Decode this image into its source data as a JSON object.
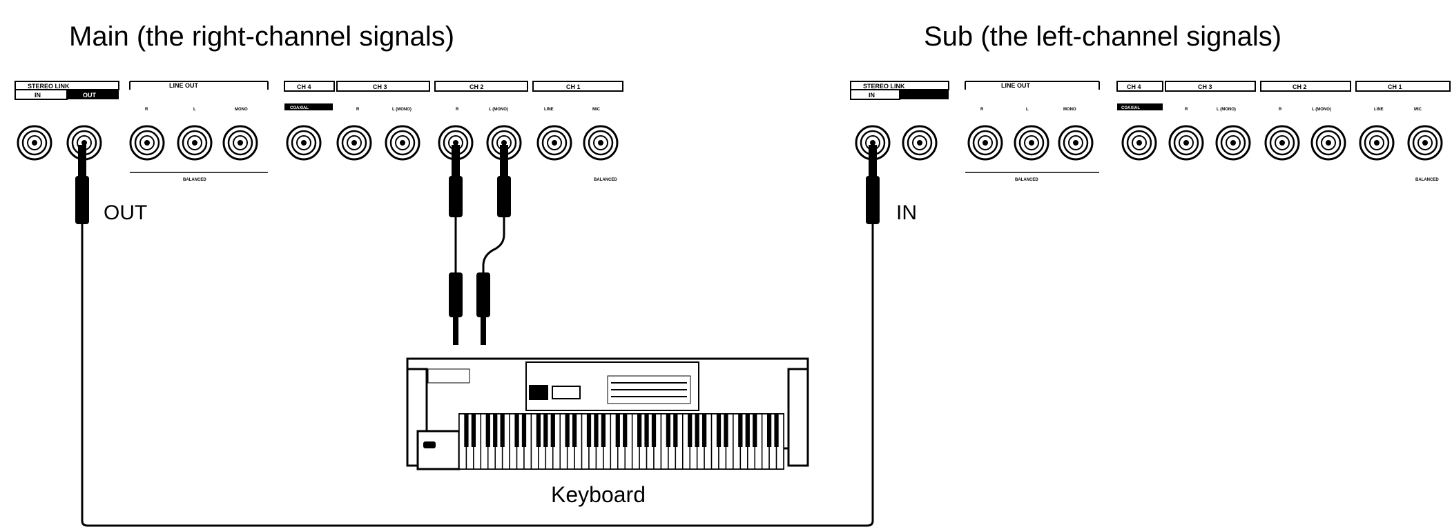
{
  "main": {
    "title": "Main (the right-channel signals)",
    "out_label": "OUT",
    "panel": {
      "stereo_link": "STEREO LINK",
      "stereo_link_in": "IN",
      "stereo_link_out": "OUT",
      "line_out": "LINE OUT",
      "line_out_jacks": [
        "R",
        "L",
        "MONO"
      ],
      "balanced": "BALANCED",
      "channels": [
        "CH 4",
        "CH 3",
        "CH 2",
        "CH 1"
      ],
      "ch4_jack": "COAXIAL",
      "ch3_jacks": [
        "R",
        "L (MONO)"
      ],
      "ch2_jacks": [
        "R",
        "L (MONO)"
      ],
      "ch1_jacks": [
        "LINE",
        "MIC"
      ]
    }
  },
  "sub": {
    "title": "Sub (the left-channel signals)",
    "in_label": "IN",
    "panel": {
      "stereo_link": "STEREO LINK",
      "stereo_link_in": "IN",
      "line_out": "LINE OUT",
      "line_out_jacks": [
        "R",
        "L",
        "MONO"
      ],
      "balanced": "BALANCED",
      "channels": [
        "CH 4",
        "CH 3",
        "CH 2",
        "CH 1"
      ],
      "ch4_jack": "COAXIAL",
      "ch3_jacks": [
        "R",
        "L (MONO)"
      ],
      "ch2_jacks": [
        "R",
        "L (MONO)"
      ],
      "ch1_jacks": [
        "LINE",
        "MIC"
      ]
    }
  },
  "keyboard": {
    "label": "Keyboard"
  }
}
